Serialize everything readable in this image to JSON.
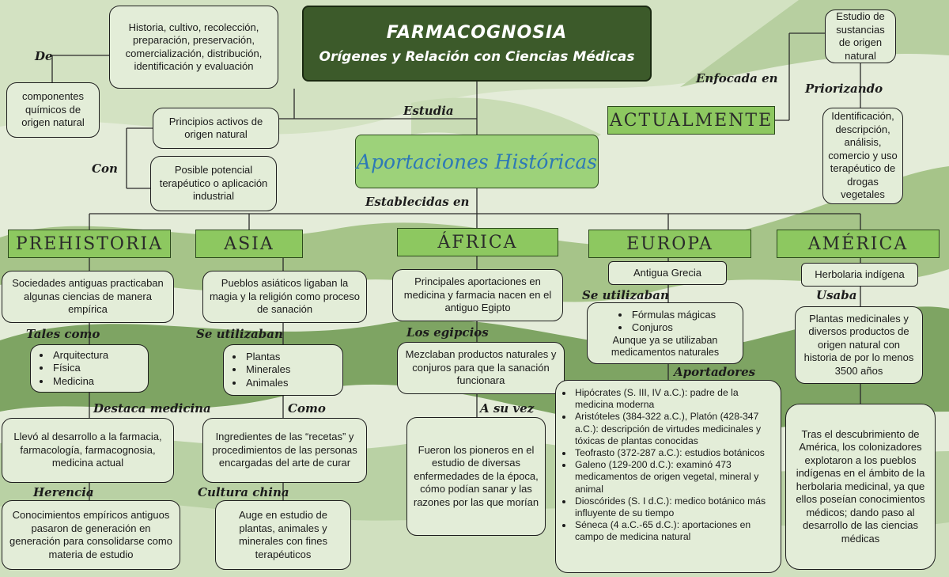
{
  "title": {
    "main": "FARMACOGNOSIA",
    "sub": "Orígenes y Relación con Ciencias Médicas"
  },
  "colors": {
    "background": "#e4ecd9",
    "title_bg": "#3c5a2a",
    "region_bg": "#8dc860",
    "box_bg": "#e3edd8",
    "accent_text": "#2e79b6"
  },
  "top": {
    "de_label": "De",
    "historia_box": "Historia, cultivo, recolección, preparación, preservación, comercialización, distribución, identificación y evaluación",
    "componentes_box": "componentes químicos de origen natural",
    "estudia_label": "Estudia",
    "principios_box": "Principios activos de origen natural",
    "con_label": "Con",
    "potencial_box": "Posible potencial terapéutico o aplicación industrial"
  },
  "aportaciones": {
    "label": "Aportaciones Históricas",
    "establecidas_label": "Establecidas en"
  },
  "actualmente": {
    "label": "ACTUALMENTE",
    "enfocada_label": "Enfocada en",
    "estudio_box": "Estudio de sustancias de origen natural",
    "priorizando_label": "Priorizando",
    "identificacion_box": "Identificación, descripción, análisis, comercio y uso terapéutico de drogas vegetales"
  },
  "prehistoria": {
    "title": "PREHISTORIA",
    "box1": "Sociedades antiguas practicaban algunas ciencias de manera empírica",
    "tales_label": "Tales como",
    "items": [
      "Arquitectura",
      "Física",
      "Medicina"
    ],
    "destaca_label": "Destaca medicina",
    "box3": "Llevó al desarrollo a la farmacia, farmacología, farmacognosia, medicina actual",
    "herencia_label": "Herencia",
    "box4": "Conocimientos empíricos antiguos pasaron de generación en generación para consolidarse como materia de estudio"
  },
  "asia": {
    "title": "ASIA",
    "box1": "Pueblos asiáticos ligaban la magia y la religión como proceso de sanación",
    "seutilizaban_label": "Se utilizaban",
    "items": [
      "Plantas",
      "Minerales",
      "Animales"
    ],
    "como_label": "Como",
    "box3": "Ingredientes de las “recetas” y procedimientos de las personas encargadas del arte de curar",
    "cultura_label": "Cultura china",
    "box4": "Auge en estudio de plantas, animales y minerales con fines terapéuticos"
  },
  "africa": {
    "title": "ÁFRICA",
    "box1": "Principales aportaciones en medicina y farmacia nacen en el antiguo Egipto",
    "egipcios_label": "Los egipcios",
    "box2": "Mezclaban productos naturales y conjuros para que la sanación funcionara",
    "asuvez_label": "A su vez",
    "box3": "Fueron los pioneros en el estudio de diversas enfermedades de la época, cómo podían sanar y las razones por las que morían"
  },
  "europa": {
    "title": "EUROPA",
    "box1": "Antigua Grecia",
    "seutilizaban_label": "Se utilizaban",
    "items": [
      "Fórmulas mágicas",
      "Conjuros"
    ],
    "box2_note": "Aunque ya se utilizaban medicamentos naturales",
    "aportadores_label": "Aportadores",
    "aportadores": [
      "Hipócrates (S. III, IV a.C.): padre de la medicina moderna",
      "Aristóteles (384-322 a.C.), Platón (428-347 a.C.): descripción de virtudes medicinales y tóxicas de plantas conocidas",
      "Teofrasto (372-287 a.C.): estudios botánicos",
      "Galeno (129-200 d.C.): examinó 473 medicamentos de origen vegetal, mineral y animal",
      "Dioscórides (S. I d.C.): medico botánico más influyente de su tiempo",
      "Séneca (4 a.C.-65 d.C.): aportaciones en campo de medicina natural"
    ]
  },
  "america": {
    "title": "AMÉRICA",
    "box1": "Herbolaria indígena",
    "usaba_label": "Usaba",
    "box2": "Plantas medicinales y diversos productos de origen natural con historia de por lo menos 3500 años",
    "box3": "Tras el descubrimiento de América, los colonizadores explotaron a los pueblos indígenas en el ámbito de la herbolaria medicinal, ya que ellos poseían conocimientos médicos; dando paso al desarrollo de las ciencias médicas"
  }
}
